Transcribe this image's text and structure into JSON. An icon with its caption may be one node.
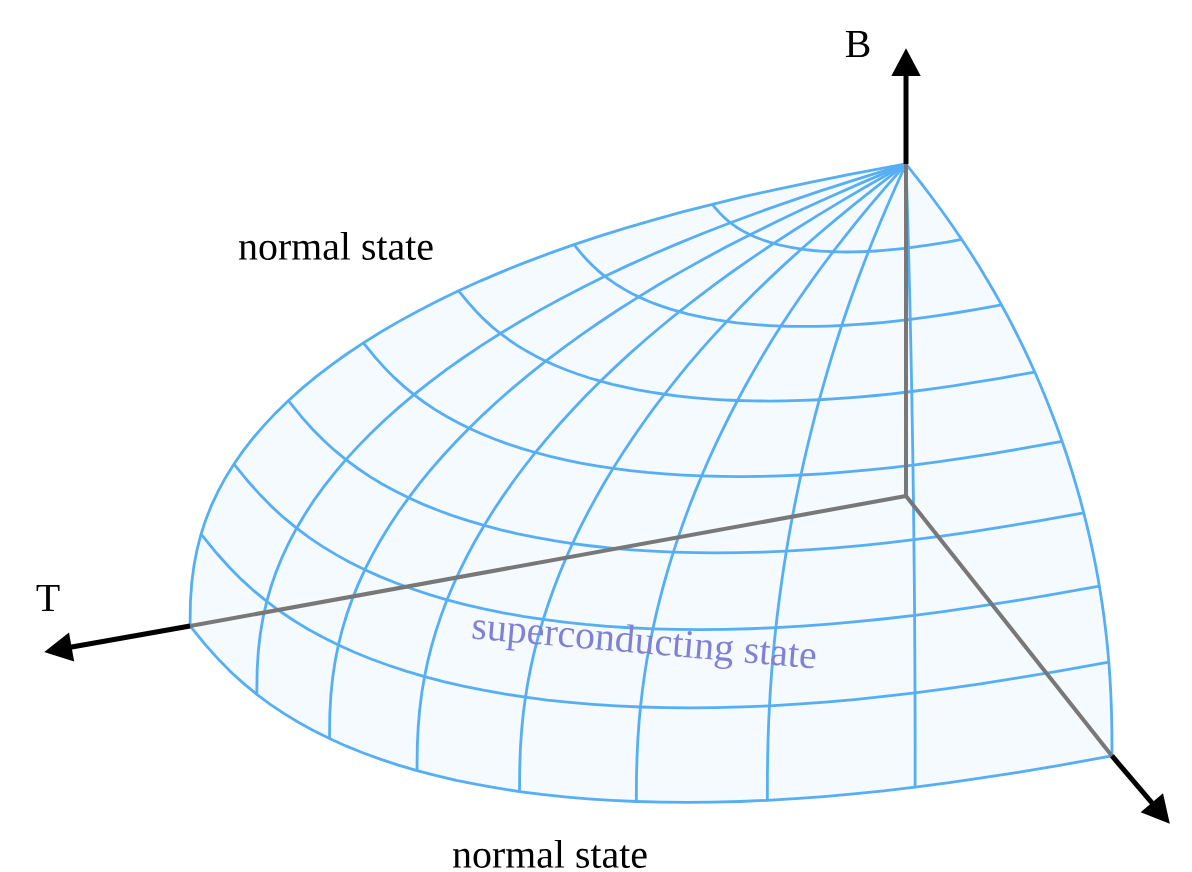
{
  "diagram": {
    "labels": [
      "B",
      "T",
      "normal state",
      "superconducting state",
      "normal state"
    ]
  }
}
